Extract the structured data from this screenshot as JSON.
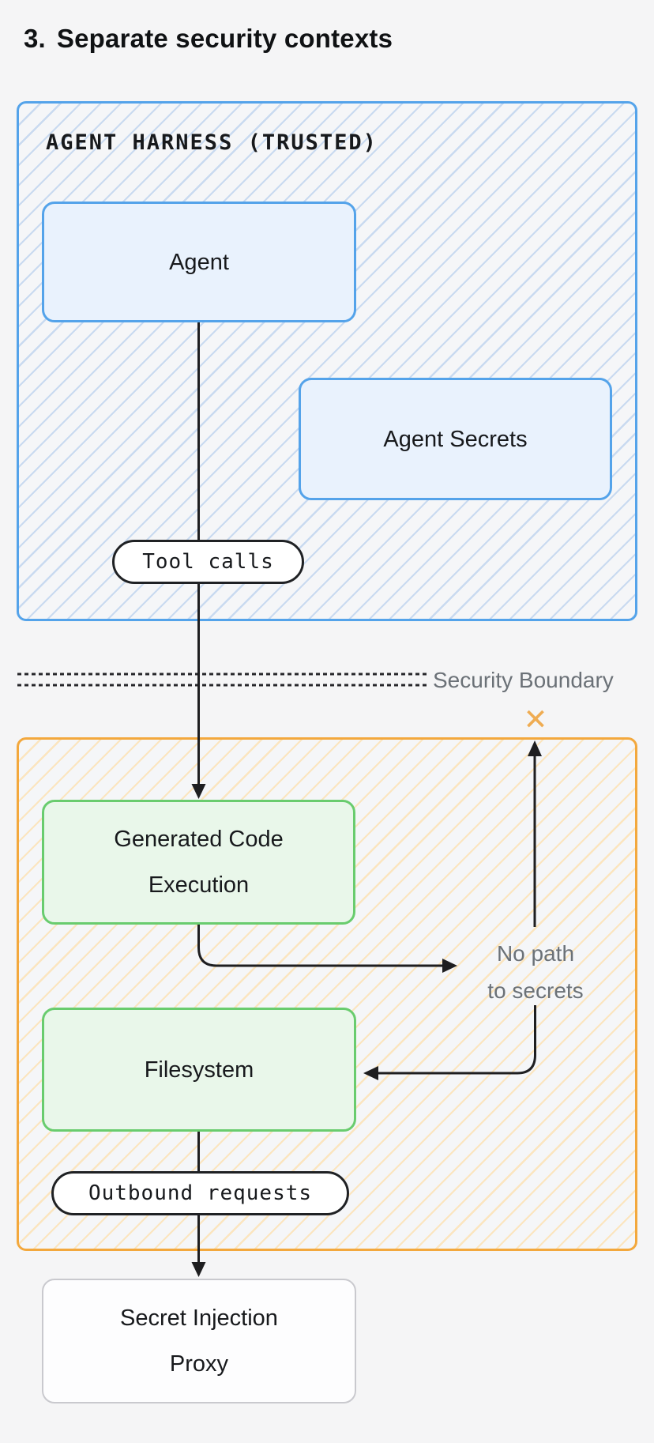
{
  "title": {
    "number": "3.",
    "text": "Separate security contexts"
  },
  "trusted_zone": {
    "label": "AGENT HARNESS (TRUSTED)"
  },
  "nodes": {
    "agent": {
      "label": "Agent"
    },
    "agent_secrets": {
      "label": "Agent Secrets"
    },
    "generated_code_execution": {
      "label": "Generated Code Execution"
    },
    "filesystem": {
      "label": "Filesystem"
    },
    "secret_injection_proxy": {
      "label": "Secret Injection Proxy"
    }
  },
  "pills": {
    "tool_calls": {
      "label": "Tool calls"
    },
    "outbound_requests": {
      "label": "Outbound requests"
    }
  },
  "boundary": {
    "label": "Security Boundary"
  },
  "annotations": {
    "no_path": {
      "line1": "No path",
      "line2": "to secrets"
    },
    "blocked_marker": "✕"
  },
  "colors": {
    "trusted_border": "#54a3ea",
    "trusted_node_bg": "#e9f2fd",
    "untrusted_border": "#f3a83d",
    "sandbox_node_border": "#69cc6e",
    "sandbox_node_bg": "#e9f7ea",
    "blocked_marker": "#efac52",
    "muted_text": "#6b7177",
    "arrow": "#1e1e20",
    "page_bg": "#f5f5f6"
  }
}
